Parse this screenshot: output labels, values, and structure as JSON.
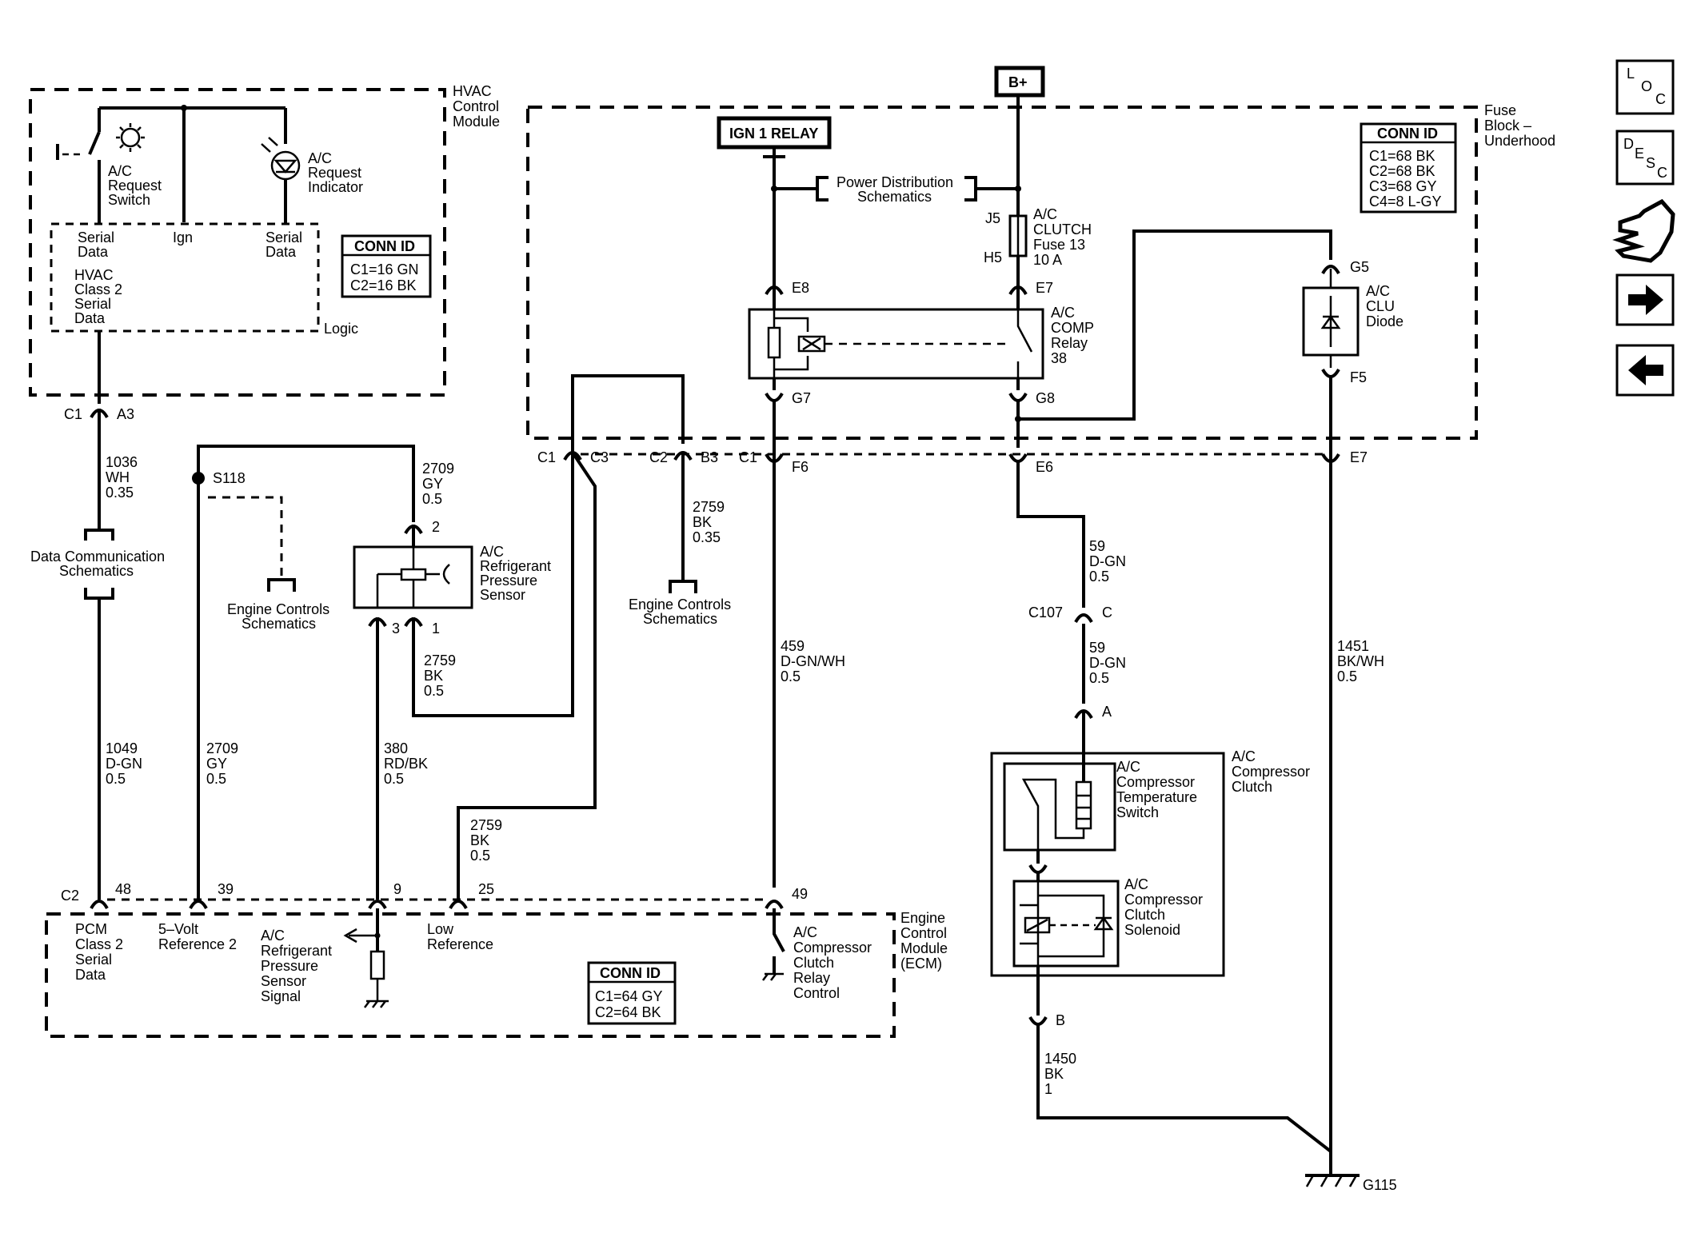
{
  "modules": {
    "hvac": [
      "HVAC",
      "Control",
      "Module"
    ],
    "fuse_block": [
      "Fuse",
      "Block –",
      "Underhood"
    ],
    "ecm": [
      "Engine",
      "Control",
      "Module",
      "(ECM)"
    ],
    "logic": "Logic"
  },
  "power": {
    "bplus": "B+",
    "ign1": "IGN 1 RELAY",
    "power_dist": [
      "Power Distribution",
      "Schematics"
    ]
  },
  "hvac_parts": {
    "request_switch": [
      "A/C",
      "Request",
      "Switch"
    ],
    "request_indicator": [
      "A/C",
      "Request",
      "Indicator"
    ],
    "serial_data_left": [
      "Serial",
      "Data"
    ],
    "ign": "Ign",
    "serial_data_right": [
      "Serial",
      "Data"
    ],
    "class2": [
      "HVAC",
      "Class 2",
      "Serial",
      "Data"
    ]
  },
  "conn_ids": {
    "hvac": {
      "title": "CONN ID",
      "lines": [
        "C1=16 GN",
        "C2=16 BK"
      ]
    },
    "fuse": {
      "title": "CONN ID",
      "lines": [
        "C1=68 BK",
        "C2=68 BK",
        "C3=68 GY",
        "C4=8 L-GY"
      ]
    },
    "ecm": {
      "title": "CONN ID",
      "lines": [
        "C1=64 GY",
        "C2=64 BK"
      ]
    }
  },
  "fuse": {
    "j": "J5",
    "h": "H5",
    "name": [
      "A/C",
      "CLUTCH",
      "Fuse 13",
      "10 A"
    ]
  },
  "relay": {
    "name": [
      "A/C",
      "COMP",
      "Relay",
      "38"
    ]
  },
  "diode": {
    "name": [
      "A/C",
      "CLU",
      "Diode"
    ]
  },
  "connectors": {
    "e8": "E8",
    "e7": "E7",
    "g5": "G5",
    "g7": "G7",
    "g8": "G8",
    "f5": "F5",
    "c1_a": "C1",
    "a3": "A3",
    "c1_b": "C1",
    "c3": "C3",
    "c2_b": "C2",
    "b3": "B3",
    "c1_f": "C1",
    "f6": "F6",
    "e6": "E6",
    "e7b": "E7",
    "c107": "C107",
    "c": "C",
    "a": "A",
    "b": "B",
    "c2_ecm": "C2",
    "p48": "48",
    "p39": "39",
    "p9": "9",
    "p25": "25",
    "p49": "49",
    "s118": "S118",
    "p2": "2",
    "p3": "3",
    "p1": "1",
    "g115": "G115"
  },
  "wires": {
    "w1036": [
      "1036",
      "WH",
      "0.35"
    ],
    "w2709a": [
      "2709",
      "GY",
      "0.5"
    ],
    "w2759a": [
      "2759",
      "BK",
      "0.35"
    ],
    "w2759b": [
      "2759",
      "BK",
      "0.5"
    ],
    "w2759c": [
      "2759",
      "BK",
      "0.5"
    ],
    "w59a": [
      "59",
      "D-GN",
      "0.5"
    ],
    "w59b": [
      "59",
      "D-GN",
      "0.5"
    ],
    "w459": [
      "459",
      "D-GN/WH",
      "0.5"
    ],
    "w1451": [
      "1451",
      "BK/WH",
      "0.5"
    ],
    "w1049": [
      "1049",
      "D-GN",
      "0.5"
    ],
    "w2709b": [
      "2709",
      "GY",
      "0.5"
    ],
    "w380": [
      "380",
      "RD/BK",
      "0.5"
    ],
    "w1450": [
      "1450",
      "BK",
      "1"
    ]
  },
  "refs": {
    "data_comm": [
      "Data Communication",
      "Schematics"
    ],
    "engine_ctrl_1": [
      "Engine Controls",
      "Schematics"
    ],
    "engine_ctrl_2": [
      "Engine Controls",
      "Schematics"
    ]
  },
  "sensor": {
    "name": [
      "A/C",
      "Refrigerant",
      "Pressure",
      "Sensor"
    ]
  },
  "clutch": {
    "assembly": [
      "A/C",
      "Compressor",
      "Clutch"
    ],
    "temp_switch": [
      "A/C",
      "Compressor",
      "Temperature",
      "Switch"
    ],
    "solenoid": [
      "A/C",
      "Compressor",
      "Clutch",
      "Solenoid"
    ]
  },
  "ecm_labels": {
    "pcm": [
      "PCM",
      "Class 2",
      "Serial",
      "Data"
    ],
    "ref5v": [
      "5–Volt",
      "Reference 2"
    ],
    "signal": [
      "A/C",
      "Refrigerant",
      "Pressure",
      "Sensor",
      "Signal"
    ],
    "low_ref": [
      "Low",
      "Reference"
    ],
    "relay_ctrl": [
      "A/C",
      "Compressor",
      "Clutch",
      "Relay",
      "Control"
    ]
  },
  "nav": {
    "loc": [
      "L",
      "O",
      "C"
    ],
    "desc": [
      "D",
      "E",
      "S",
      "C"
    ]
  }
}
